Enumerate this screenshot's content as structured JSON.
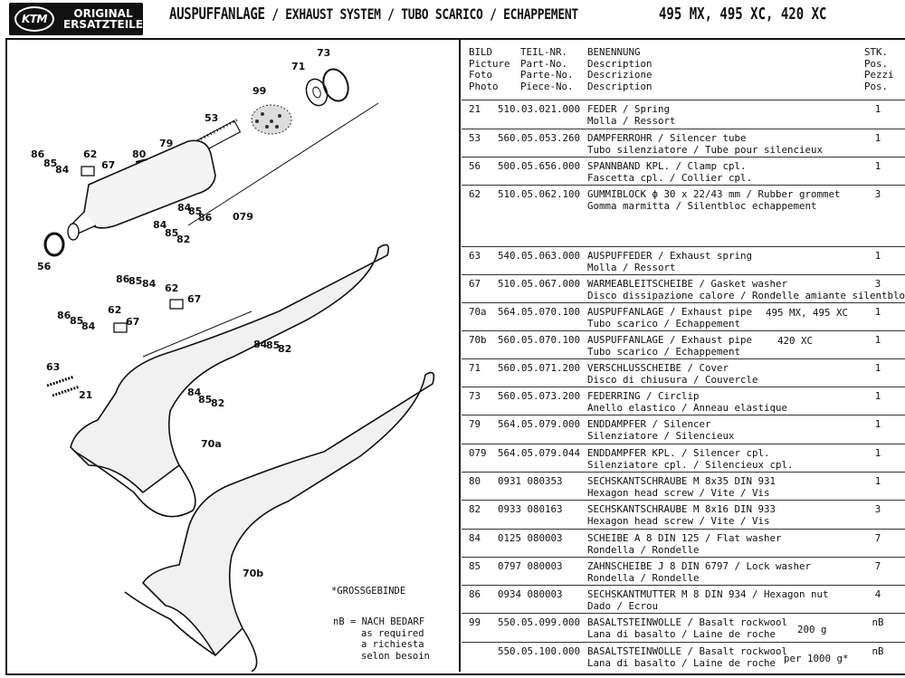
{
  "header": {
    "logo_mark": "KTM",
    "logo_line1": "ORIGINAL",
    "logo_line2": "ERSATZTEILE",
    "title_de": "AUSPUFFANLAGE",
    "title_rest": " / EXHAUST SYSTEM / TUBO SCARICO / ECHAPPEMENT",
    "models": "495 MX, 495 XC, 420 XC"
  },
  "diagram": {
    "labels": [
      "73",
      "71",
      "99",
      "53",
      "79",
      "80",
      "86",
      "85",
      "84",
      "62",
      "67",
      "84",
      "85",
      "86",
      "079",
      "84",
      "85",
      "82",
      "56",
      "86",
      "85",
      "84",
      "62",
      "67",
      "86",
      "85",
      "84",
      "62",
      "67",
      "84",
      "85",
      "82",
      "70a",
      "63",
      "21",
      "84",
      "85",
      "82",
      "70b"
    ]
  },
  "notes": {
    "grossgebinde": "*GROSSGEBINDE",
    "nb_line1": "nB = NACH BEDARF",
    "nb_line2": "as required",
    "nb_line3": "a richiesta",
    "nb_line4": "selon besoin"
  },
  "table_header": {
    "bild": "BILD\nPicture\nFoto\nPhoto",
    "teil": "TEIL-NR.\nPart-No.\nParte-No.\nPiece-No.",
    "benennung": "BENENNUNG\nDescription\nDescrizione\nDescription",
    "stk": "STK.\nPos.\nPezzi\nPos."
  },
  "rows": [
    {
      "bild": "21",
      "nr": "510.03.021.000",
      "desc": "FEDER / Spring\nMolla / Ressort",
      "qty": "1"
    },
    {
      "bild": "53",
      "nr": "560.05.053.260",
      "desc": "DAMPFERROHR / Silencer tube\nTubo silenziatore / Tube pour silencieux",
      "qty": "1"
    },
    {
      "bild": "56",
      "nr": "500.05.656.000",
      "desc": "SPANNBAND KPL. / Clamp cpl.\nFascetta cpl. / Collier cpl.",
      "qty": "1"
    },
    {
      "bild": "62",
      "nr": "510.05.062.100",
      "desc": "GUMMIBLOCK ϕ 30 x 22/43 mm / Rubber grommet\nGomma marmitta / Silentbloc echappement",
      "qty": "3"
    },
    {
      "bild": "63",
      "nr": "540.05.063.000",
      "desc": "AUSPUFFEDER / Exhaust spring\nMolla / Ressort",
      "qty": "1"
    },
    {
      "bild": "67",
      "nr": "510.05.067.000",
      "desc": "WARMEABLEITSCHEIBE / Gasket washer\nDisco dissipazione calore / Rondelle amiante silentbloc",
      "qty": "3"
    },
    {
      "bild": "70a",
      "nr": "564.05.070.100",
      "desc": "AUSPUFFANLAGE / Exhaust pipe\nTubo scarico / Echappement",
      "extra": "495 MX, 495 XC",
      "qty": "1"
    },
    {
      "bild": "70b",
      "nr": "560.05.070.100",
      "desc": "AUSPUFFANLAGE / Exhaust pipe\nTubo scarico / Echappement",
      "extra": "420 XC",
      "qty": "1"
    },
    {
      "bild": "71",
      "nr": "560.05.071.200",
      "desc": "VERSCHLUSSCHEIBE / Cover\nDisco di chiusura / Couvercle",
      "qty": "1"
    },
    {
      "bild": "73",
      "nr": "560.05.073.200",
      "desc": "FEDERRING / Circlip\nAnello elastico / Anneau elastique",
      "qty": "1"
    },
    {
      "bild": "79",
      "nr": "564.05.079.000",
      "desc": "ENDDAMPFER / Silencer\nSilenziatore / Silencieux",
      "qty": "1"
    },
    {
      "bild": "079",
      "nr": "564.05.079.044",
      "desc": "ENDDAMPFER KPL. / Silencer cpl.\nSilenziatore cpl. / Silencieux cpl.",
      "qty": "1"
    },
    {
      "bild": "80",
      "nr": "0931 080353",
      "desc": "SECHSKANTSCHRAUBE M 8x35 DIN 931\nHexagon head screw / Vite / Vis",
      "qty": "1"
    },
    {
      "bild": "82",
      "nr": "0933 080163",
      "desc": "SECHSKANTSCHRAUBE M 8x16 DIN 933\nHexagon head screw / Vite / Vis",
      "qty": "3"
    },
    {
      "bild": "84",
      "nr": "0125 080003",
      "desc": "SCHEIBE A 8 DIN 125 / Flat washer\nRondella / Rondelle",
      "qty": "7"
    },
    {
      "bild": "85",
      "nr": "0797 080003",
      "desc": "ZAHNSCHEIBE J 8 DIN 6797 / Lock washer\nRondella / Rondelle",
      "qty": "7"
    },
    {
      "bild": "86",
      "nr": "0934 080003",
      "desc": "SECHSKANTMUTTER M 8 DIN 934 / Hexagon nut\nDado / Ecrou",
      "qty": "4"
    },
    {
      "bild": "99",
      "nr": "550.05.099.000",
      "desc": "BASALTSTEINWOLLE / Basalt rockwool\nLana di basalto / Laine de roche",
      "extra": "200 g",
      "qty": "nB"
    },
    {
      "bild": "",
      "nr": "550.05.100.000",
      "desc": "BASALTSTEINWOLLE / Basalt rockwool\nLana di basalto / Laine de roche",
      "extra": "per 1000 g*",
      "qty": "nB"
    }
  ]
}
